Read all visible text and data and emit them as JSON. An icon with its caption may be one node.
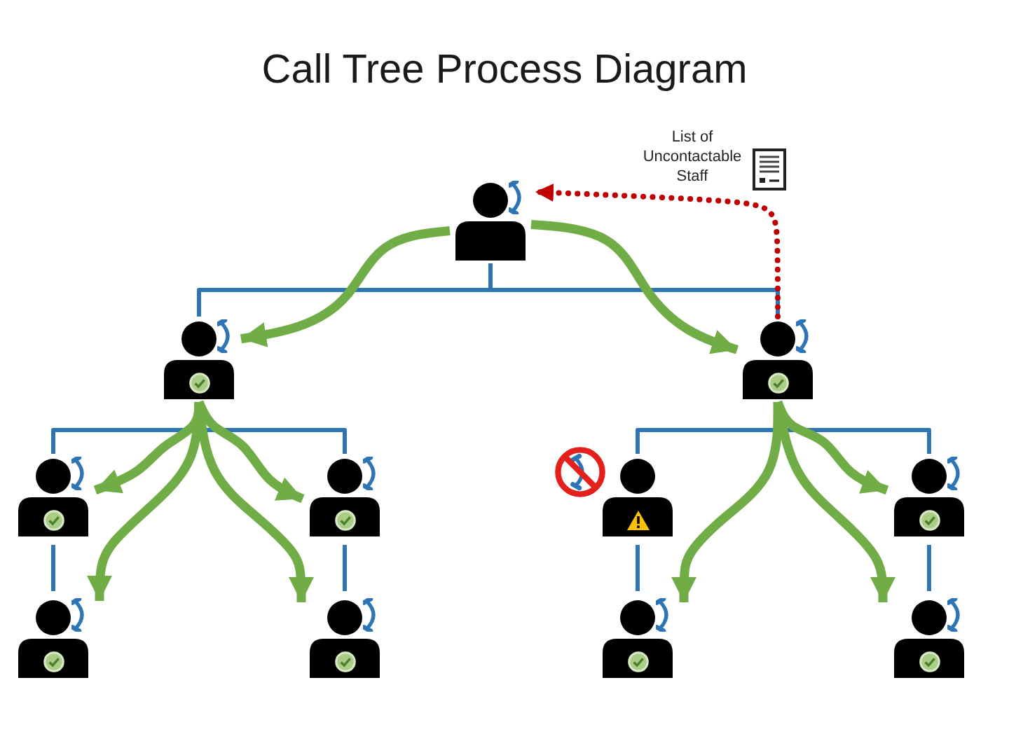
{
  "diagram": {
    "title": "Call Tree Process Diagram",
    "nodes": [
      {
        "text": [],
        "shape": "person"
      },
      {
        "text": [],
        "shape": "person"
      },
      {
        "text": [],
        "shape": "person"
      },
      {
        "text": [],
        "shape": "person"
      },
      {
        "text": [],
        "shape": "person"
      },
      {
        "text": [],
        "shape": "person"
      },
      {
        "text": [],
        "shape": "person"
      },
      {
        "text": [],
        "shape": "person"
      },
      {
        "text": [],
        "shape": "person"
      },
      {
        "text": [],
        "shape": "person"
      },
      {
        "text": [],
        "shape": "person"
      }
    ],
    "edges": [
      {
        "from": 0,
        "to": 1,
        "arrow": "none"
      },
      {
        "from": 0,
        "to": 2,
        "arrow": "none"
      },
      {
        "from": 1,
        "to": 3,
        "arrow": "none"
      },
      {
        "from": 1,
        "to": 4,
        "arrow": "none"
      },
      {
        "from": 2,
        "to": 5,
        "arrow": "none"
      },
      {
        "from": 2,
        "to": 6,
        "arrow": "none"
      },
      {
        "from": 3,
        "to": 7,
        "arrow": "none"
      },
      {
        "from": 4,
        "to": 8,
        "arrow": "none"
      },
      {
        "from": 5,
        "to": 9,
        "arrow": "none"
      },
      {
        "from": 6,
        "to": 10,
        "arrow": "none"
      },
      {
        "from": 0,
        "to": 1,
        "arrow": "to",
        "style": "thick",
        "color": "#70ad47"
      },
      {
        "from": 0,
        "to": 2,
        "arrow": "to",
        "style": "thick",
        "color": "#70ad47"
      },
      {
        "from": 1,
        "to": 3,
        "arrow": "to",
        "style": "thick",
        "color": "#70ad47"
      },
      {
        "from": 1,
        "to": 4,
        "arrow": "to",
        "style": "thick",
        "color": "#70ad47"
      },
      {
        "from": 1,
        "to": 7,
        "arrow": "to",
        "style": "thick",
        "color": "#70ad47"
      },
      {
        "from": 1,
        "to": 8,
        "arrow": "to",
        "style": "thick",
        "color": "#70ad47"
      },
      {
        "from": 2,
        "to": 6,
        "arrow": "to",
        "style": "thick",
        "color": "#70ad47"
      },
      {
        "from": 2,
        "to": 9,
        "arrow": "to",
        "style": "thick",
        "color": "#70ad47"
      },
      {
        "from": 2,
        "to": 10,
        "arrow": "to",
        "style": "thick",
        "color": "#70ad47"
      },
      {
        "from": 2,
        "to": 0,
        "arrow": "to",
        "style": "dashed",
        "color": "#c00000",
        "label": "List of Uncontactable Staff"
      }
    ]
  }
}
